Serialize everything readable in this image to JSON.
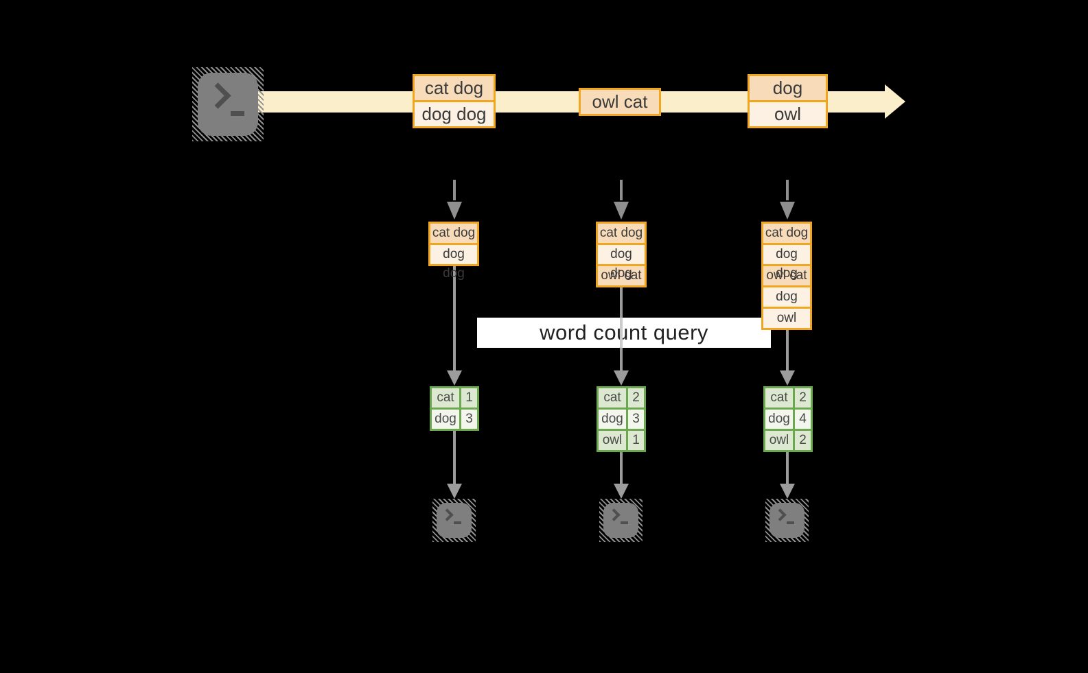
{
  "colors": {
    "background": "#000000",
    "stream_band": "#FBEFCB",
    "orange_border": "#F0A71F",
    "peach_dark": "#F8DCBA",
    "peach_light": "#FCF1E2",
    "green_border": "#6BA84F",
    "green_dark": "#DCE8D0",
    "green_light": "#F2F6EC",
    "arrow_gray": "#8F8F8F",
    "line_gray": "#9C9C9C",
    "terminal_gray": "#7F7F7F",
    "terminal_glyph": "#4F4F4F",
    "text_dark": "#3A3A3A",
    "query_text": "#222222",
    "faint_line": "#CBCBCB"
  },
  "icons": {
    "terminal_glyph": ">_"
  },
  "stream": {
    "boxes": [
      {
        "rows": [
          {
            "text": "cat dog",
            "tone": "dark"
          },
          {
            "text": "dog dog",
            "tone": "light"
          }
        ]
      },
      {
        "rows": [
          {
            "text": "owl cat",
            "tone": "dark"
          }
        ]
      },
      {
        "rows": [
          {
            "text": "dog",
            "tone": "dark"
          },
          {
            "text": "owl",
            "tone": "light"
          }
        ]
      }
    ]
  },
  "batches": [
    {
      "rows": [
        {
          "text": "cat dog",
          "tone": "dark"
        },
        {
          "text": "dog dog",
          "tone": "light"
        }
      ]
    },
    {
      "rows": [
        {
          "text": "cat dog",
          "tone": "dark"
        },
        {
          "text": "dog dog",
          "tone": "light"
        },
        {
          "text": "owl cat",
          "tone": "dark"
        }
      ]
    },
    {
      "rows": [
        {
          "text": "cat dog",
          "tone": "dark"
        },
        {
          "text": "dog dog",
          "tone": "light"
        },
        {
          "text": "owl cat",
          "tone": "dark"
        },
        {
          "text": "dog",
          "tone": "light"
        },
        {
          "text": "owl",
          "tone": "light"
        }
      ]
    }
  ],
  "query": {
    "label": "word count query"
  },
  "tables": [
    {
      "rows": [
        {
          "word": "cat",
          "count": "1"
        },
        {
          "word": "dog",
          "count": "3"
        }
      ]
    },
    {
      "rows": [
        {
          "word": "cat",
          "count": "2"
        },
        {
          "word": "dog",
          "count": "3"
        },
        {
          "word": "owl",
          "count": "1"
        }
      ]
    },
    {
      "rows": [
        {
          "word": "cat",
          "count": "2"
        },
        {
          "word": "dog",
          "count": "4"
        },
        {
          "word": "owl",
          "count": "2"
        }
      ]
    }
  ]
}
